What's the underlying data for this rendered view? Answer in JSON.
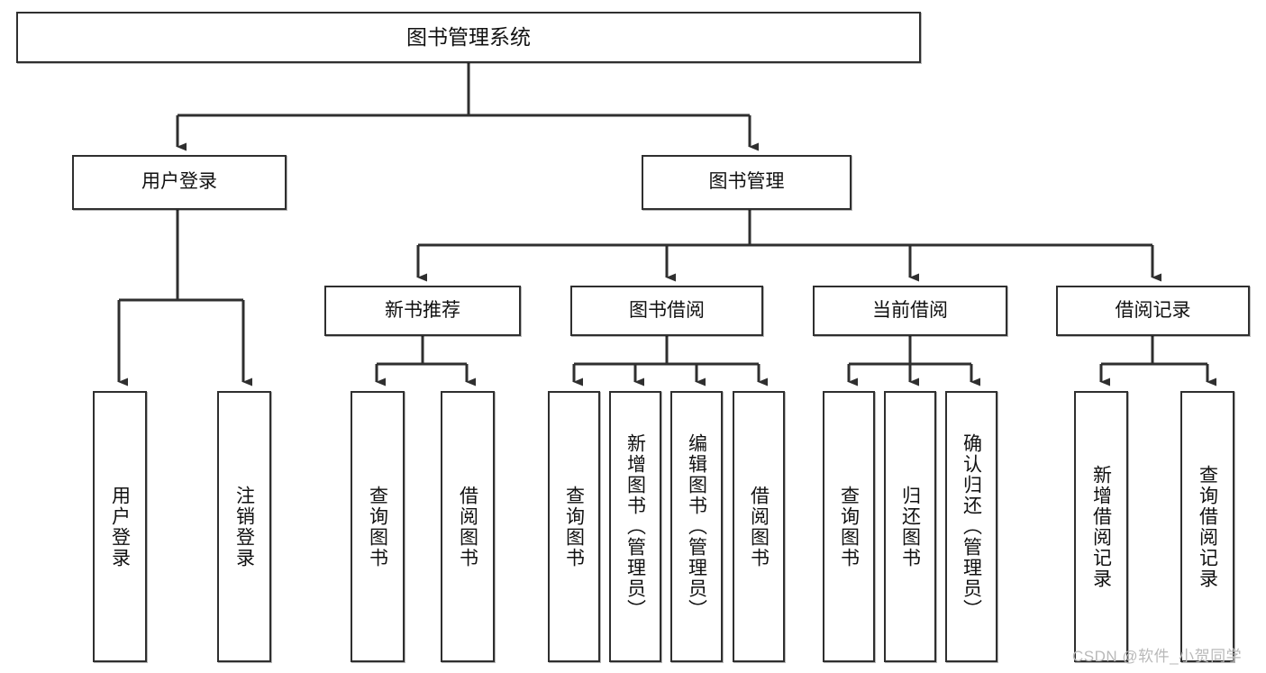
{
  "diagram": {
    "title": "图书管理系统",
    "type": "tree-hierarchy-chart",
    "watermark": "CSDN @软件_小贺同学",
    "colors": {
      "background": "#ffffff",
      "border": "#2f2f2f",
      "edge": "#2f2f2f",
      "text": "#111111",
      "watermark": "#b9b9b9"
    },
    "nodes": {
      "root": {
        "label": "图书管理系统"
      },
      "user_login": {
        "label": "用户登录"
      },
      "book_manage": {
        "label": "图书管理"
      },
      "new_book_rec": {
        "label": "新书推荐"
      },
      "book_borrow": {
        "label": "图书借阅"
      },
      "current_borrow": {
        "label": "当前借阅"
      },
      "borrow_record": {
        "label": "借阅记录"
      },
      "leaf_user_login": {
        "label": "用户登录"
      },
      "leaf_logout": {
        "label": "注销登录"
      },
      "leaf_query_book_1": {
        "label": "查询图书"
      },
      "leaf_borrow_book_1": {
        "label": "借阅图书"
      },
      "leaf_query_book_2": {
        "label": "查询图书"
      },
      "leaf_add_book": {
        "label": "新增图书（管理员）"
      },
      "leaf_edit_book": {
        "label": "编辑图书（管理员）"
      },
      "leaf_borrow_book_2": {
        "label": "借阅图书"
      },
      "leaf_query_book_3": {
        "label": "查询图书"
      },
      "leaf_return_book": {
        "label": "归还图书"
      },
      "leaf_confirm_return": {
        "label": "确认归还（管理员）"
      },
      "leaf_add_record": {
        "label": "新增借阅记录"
      },
      "leaf_query_record": {
        "label": "查询借阅记录"
      }
    },
    "hierarchy": {
      "图书管理系统": {
        "用户登录": [
          "用户登录",
          "注销登录"
        ],
        "图书管理": {
          "新书推荐": [
            "查询图书",
            "借阅图书"
          ],
          "图书借阅": [
            "查询图书",
            "新增图书（管理员）",
            "编辑图书（管理员）",
            "借阅图书"
          ],
          "当前借阅": [
            "查询图书",
            "归还图书",
            "确认归还（管理员）"
          ],
          "借阅记录": [
            "新增借阅记录",
            "查询借阅记录"
          ]
        }
      }
    }
  }
}
